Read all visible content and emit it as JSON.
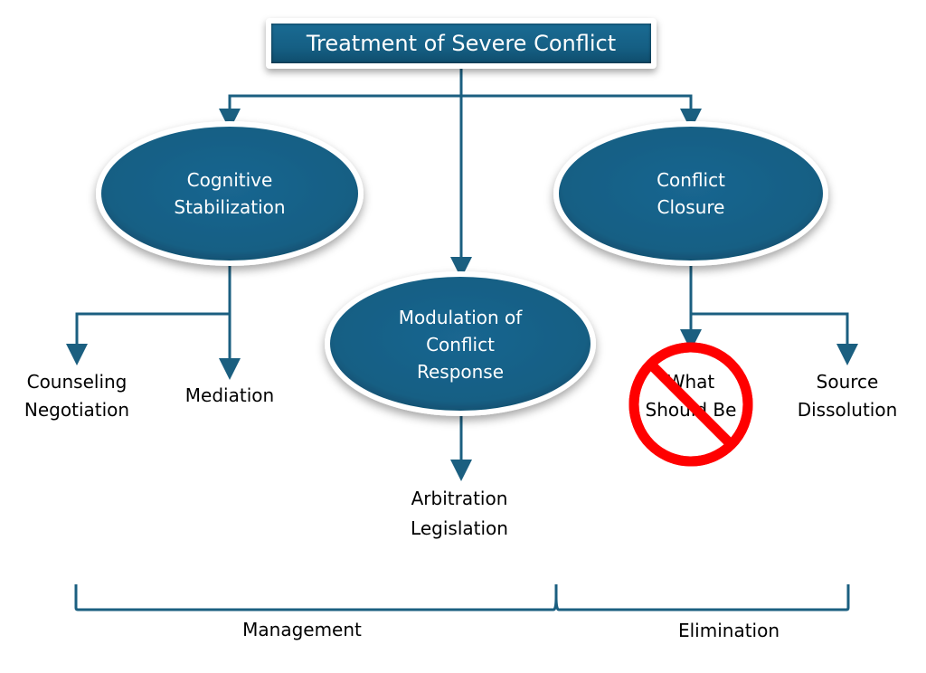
{
  "colors": {
    "primary": "#155f84",
    "node_fill": "#155f84",
    "line": "#1b5f80",
    "prohibit": "#ff0000",
    "text_dark": "#000000",
    "text_light": "#ffffff"
  },
  "title": "Treatment of Severe Conflict",
  "nodes": {
    "cognitive": {
      "lines": [
        "Cognitive",
        "Stabilization"
      ]
    },
    "modulation": {
      "lines": [
        "Modulation of",
        "Conflict",
        "Response"
      ]
    },
    "closure": {
      "lines": [
        "Conflict",
        "Closure"
      ]
    }
  },
  "leaves": {
    "counseling": {
      "lines": [
        "Counseling",
        "Negotiation"
      ]
    },
    "mediation": {
      "lines": [
        "Mediation"
      ]
    },
    "arbitration": {
      "lines": [
        "Arbitration",
        "Legislation"
      ]
    },
    "what_should_be": {
      "lines": [
        "What",
        "Should Be"
      ],
      "crossed_out": true,
      "icon": "prohibition-icon"
    },
    "source": {
      "lines": [
        "Source",
        "Dissolution"
      ]
    }
  },
  "brackets": {
    "management": "Management",
    "elimination": "Elimination"
  }
}
